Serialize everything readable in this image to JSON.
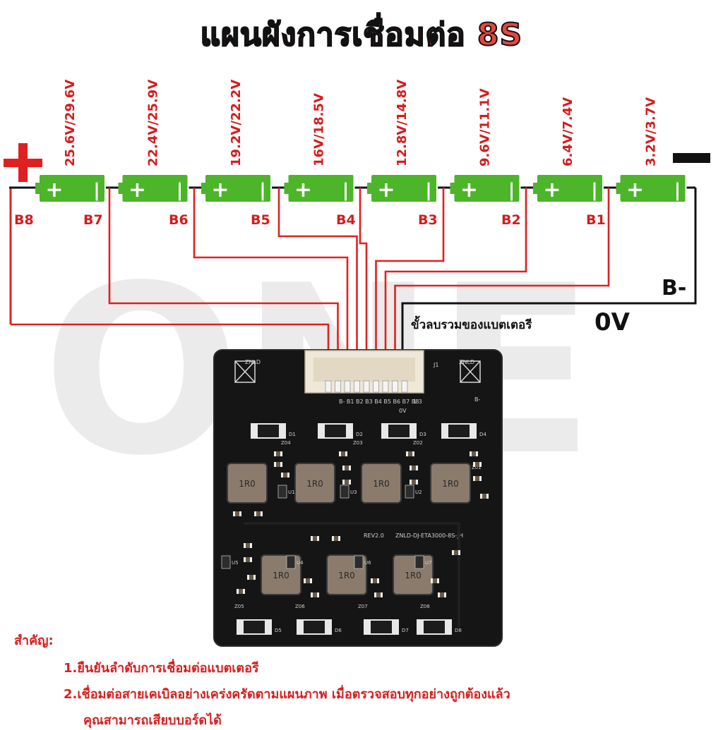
{
  "title": "แผนผังการเชื่อมต่อ 8S",
  "watermark": "ONE",
  "polarity": {
    "positive": "+",
    "negative": "−"
  },
  "cells": [
    {
      "voltage": "25.6V/29.6V"
    },
    {
      "voltage": "22.4V/25.9V"
    },
    {
      "voltage": "19.2V/22.2V"
    },
    {
      "voltage": "16V/18.5V"
    },
    {
      "voltage": "12.8V/14.8V"
    },
    {
      "voltage": "9.6V/11.1V"
    },
    {
      "voltage": "6.4V/7.4V"
    },
    {
      "voltage": "3.2V/3.7V"
    }
  ],
  "cell_symbols": {
    "plus": "+",
    "minus": "|"
  },
  "taps": [
    "B8",
    "B7",
    "B6",
    "B5",
    "B4",
    "B3",
    "B2",
    "B1"
  ],
  "bminus": "B-",
  "ground_label": "ขั้วลบรวมของแบตเตอรี",
  "ground_value": "0V",
  "board": {
    "brand": "ZNLD",
    "model": "ZNLD-DJ-ETA3000-8S-JH",
    "revision": "REV2.0",
    "connector_pins": "B- B1 B2 B3 B4 B5 B6 B7 B8",
    "zero_label": "0V",
    "pin_numbers": "1 3",
    "j1": "J1",
    "bminus_pad": "B-",
    "inductor_mark": "1R0",
    "diodes": [
      "D1",
      "D2",
      "D3",
      "D4",
      "D5",
      "D6",
      "D7",
      "D8"
    ],
    "zeners": [
      "Z01",
      "Z02",
      "Z03",
      "Z04",
      "Z05",
      "Z06",
      "Z07",
      "Z08"
    ],
    "ics": [
      "U1",
      "U2",
      "U3",
      "U4",
      "U5",
      "U6",
      "U7"
    ]
  },
  "notes": {
    "heading": "สำคัญ:",
    "items": [
      "1.ยืนยันลำดับการเชื่อมต่อแบตเตอรี",
      "2.เชื่อมต่อสายเคเบิลอย่างเคร่งครัดตามแผนภาพ เมื่อตรวจสอบทุกอย่างถูกต้องแล้ว"
    ],
    "continuation": "คุณสามารถเสียบบอร์ดได้"
  },
  "colors": {
    "title": "#e8453c",
    "wire": "#e02020",
    "cell": "#4cb52a",
    "board": "#151515",
    "watermark": "#e6e6e6",
    "label": "#d41c1c",
    "black": "#111111"
  }
}
